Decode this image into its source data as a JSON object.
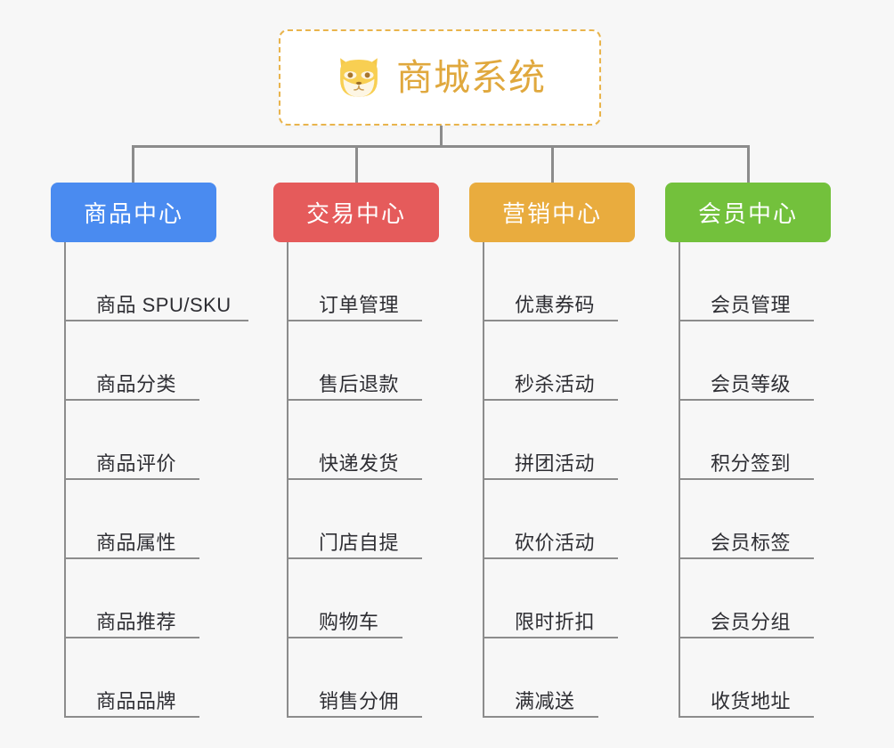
{
  "page": {
    "background_color": "#f7f7f7",
    "line_color": "#8c8c8c",
    "text_color": "#2e2e33"
  },
  "root": {
    "title": "商城系统",
    "icon": "shiba-dog-icon",
    "title_color": "#e0a83d",
    "border_color": "#e9b44c",
    "background_color": "#ffffff"
  },
  "branches": [
    {
      "id": "products",
      "label": "商品中心",
      "color": "#4a8bf0",
      "items": [
        {
          "label": "商品 SPU/SKU",
          "underline_width": 205
        },
        {
          "label": "商品分类",
          "underline_width": 150
        },
        {
          "label": "商品评价",
          "underline_width": 150
        },
        {
          "label": "商品属性",
          "underline_width": 150
        },
        {
          "label": "商品推荐",
          "underline_width": 150
        },
        {
          "label": "商品品牌",
          "underline_width": 150
        }
      ]
    },
    {
      "id": "trade",
      "label": "交易中心",
      "color": "#e55b5b",
      "items": [
        {
          "label": "订单管理",
          "underline_width": 150
        },
        {
          "label": "售后退款",
          "underline_width": 150
        },
        {
          "label": "快递发货",
          "underline_width": 150
        },
        {
          "label": "门店自提",
          "underline_width": 150
        },
        {
          "label": "购物车",
          "underline_width": 128
        },
        {
          "label": "销售分佣",
          "underline_width": 150
        }
      ]
    },
    {
      "id": "market",
      "label": "营销中心",
      "color": "#e9ac3e",
      "items": [
        {
          "label": "优惠券码",
          "underline_width": 150
        },
        {
          "label": "秒杀活动",
          "underline_width": 150
        },
        {
          "label": "拼团活动",
          "underline_width": 150
        },
        {
          "label": "砍价活动",
          "underline_width": 150
        },
        {
          "label": "限时折扣",
          "underline_width": 150
        },
        {
          "label": "满减送",
          "underline_width": 128
        }
      ]
    },
    {
      "id": "member",
      "label": "会员中心",
      "color": "#73c13c",
      "items": [
        {
          "label": "会员管理",
          "underline_width": 150
        },
        {
          "label": "会员等级",
          "underline_width": 150
        },
        {
          "label": "积分签到",
          "underline_width": 150
        },
        {
          "label": "会员标签",
          "underline_width": 150
        },
        {
          "label": "会员分组",
          "underline_width": 150
        },
        {
          "label": "收货地址",
          "underline_width": 150
        }
      ]
    }
  ]
}
